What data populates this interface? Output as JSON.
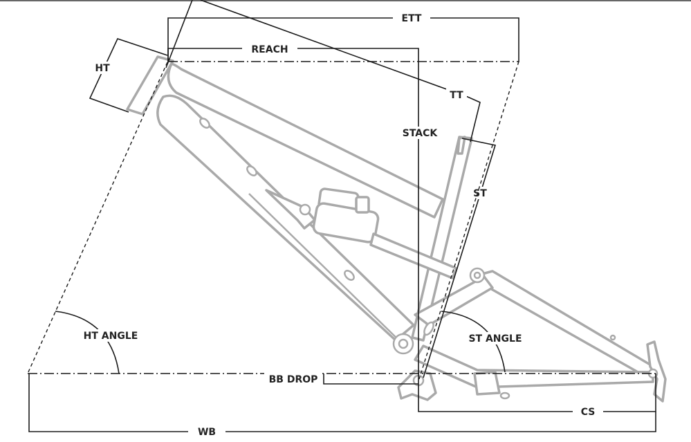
{
  "diagram": {
    "labels": {
      "ett": "ETT",
      "reach": "REACH",
      "ht": "HT",
      "tt": "TT",
      "stack": "STACK",
      "st": "ST",
      "ht_angle": "HT ANGLE",
      "st_angle": "ST ANGLE",
      "bb_drop": "BB DROP",
      "cs": "CS",
      "wb": "WB"
    }
  }
}
